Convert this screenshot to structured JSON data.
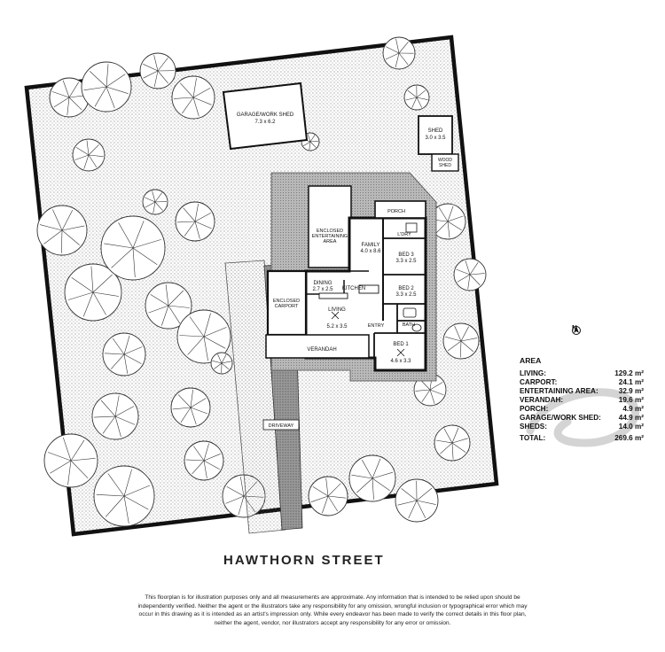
{
  "plan": {
    "street_name": "HAWTHORN STREET",
    "north_label": "N",
    "rooms": {
      "garage_title": "GARAGE/WORK SHED",
      "garage_dims": "7.3 x 6.2",
      "shed_title": "SHED",
      "shed_dims": "3.0 x 3.5",
      "wood_shed_l1": "WOOD",
      "wood_shed_l2": "SHED",
      "entertaining_l1": "ENCLOSED",
      "entertaining_l2": "ENTERTAINING",
      "entertaining_l3": "AREA",
      "porch": "PORCH",
      "laundry": "L'DRY",
      "family_title": "FAMILY",
      "family_dims": "4.0 x 8.6",
      "bed3_title": "BED 3",
      "bed3_dims": "3.3 x 2.5",
      "bed2_title": "BED 2",
      "bed2_dims": "3.3 x 2.5",
      "dining_title": "DINING",
      "dining_dims": "2.7 x 2.5",
      "kitchen": "KITCHEN",
      "carport_l1": "ENCLOSED",
      "carport_l2": "CARPORT",
      "living_title": "LIVING",
      "living_dims": "5.2 x 3.5",
      "bath": "BATH",
      "entry": "ENTRY",
      "bed1_title": "BED 1",
      "bed1_dims": "4.6 x 3.3",
      "verandah": "VERANDAH",
      "driveway": "DRIVEWAY"
    }
  },
  "area": {
    "title": "AREA",
    "rows": [
      {
        "label": "LIVING:",
        "value": "129.2 m²"
      },
      {
        "label": "CARPORT:",
        "value": "24.1 m²"
      },
      {
        "label": "ENTERTAINING AREA:",
        "value": "32.9 m²"
      },
      {
        "label": "VERANDAH:",
        "value": "19.6 m²"
      },
      {
        "label": "PORCH:",
        "value": "4.9 m²"
      },
      {
        "label": "GARAGE/WORK SHED:",
        "value": "44.9 m²"
      },
      {
        "label": "SHEDS:",
        "value": "14.0 m²"
      }
    ],
    "total_label": "TOTAL:",
    "total_value": "269.6 m²"
  },
  "disclaimer": "This floorplan is for illustration purposes only and all measurements are approximate. Any information that is intended to be relied upon should be independently verified. Neither the agent or the illustrators take any responsibility for any omission, wrongful inclusion or typographical error which may occur in this drawing as it is intended as an artist's impression only. While every endeavor has been made to verify the correct details in this floor plan, neither the agent, vendor, nor illustrators accept any responsibility for any error or omission."
}
